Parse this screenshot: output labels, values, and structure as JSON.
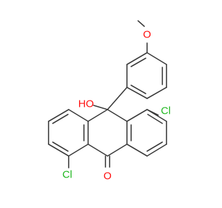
{
  "molecule": {
    "atoms": {
      "o_methoxy": {
        "label": "O",
        "color": "#ff0d0d"
      },
      "o_hydroxy": {
        "label": "HO",
        "color": "#ff0d0d"
      },
      "cl_right": {
        "label": "Cl",
        "color": "#1fb71f"
      },
      "cl_left": {
        "label": "Cl",
        "color": "#1fb71f"
      },
      "o_ketone": {
        "label": "O",
        "color": "#ff0d0d"
      }
    },
    "bond_color": "#3a3a3a"
  }
}
